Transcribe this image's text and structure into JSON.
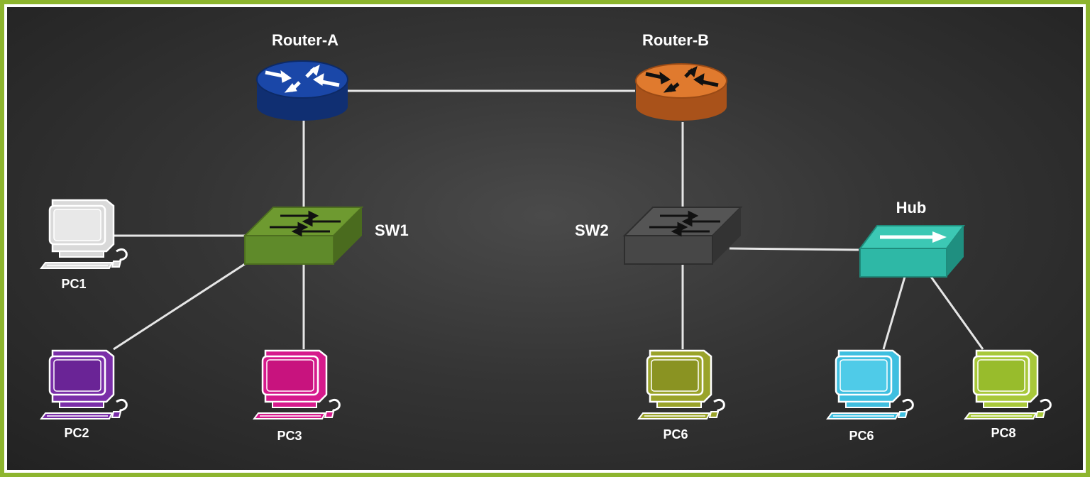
{
  "diagram": {
    "labels": {
      "router_a": "Router-A",
      "router_b": "Router-B",
      "sw1": "SW1",
      "sw2": "SW2",
      "hub": "Hub",
      "pc1": "PC1",
      "pc2": "PC2",
      "pc3": "PC3",
      "pc6a": "PC6",
      "pc6b": "PC6",
      "pc8": "PC8"
    },
    "colors": {
      "frame": "#8db52e",
      "router_a": "#1a3f8f",
      "router_b": "#c8631c",
      "sw1": "#5f8a2a",
      "sw2": "#4a4a4a",
      "hub": "#2eb8a6",
      "pc1": "#d9d9d9",
      "pc2": "#7a2ea8",
      "pc3": "#d61a8c",
      "pc6a": "#9aa32a",
      "pc6b": "#3fbfe0",
      "pc8": "#a8c83a"
    },
    "icons": [
      "router-icon",
      "switch-icon",
      "hub-icon",
      "pc-icon"
    ]
  }
}
